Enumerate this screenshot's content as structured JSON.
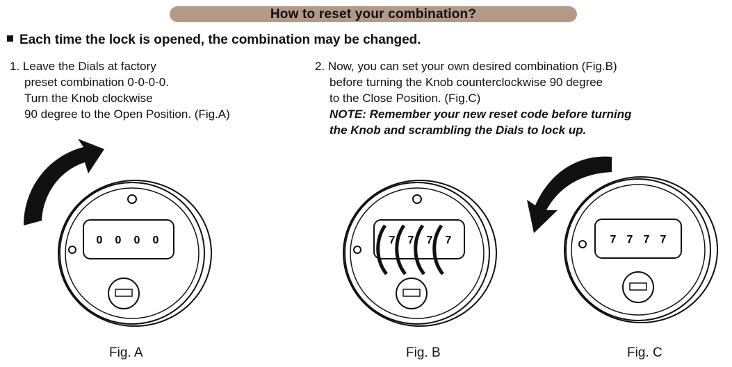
{
  "title": "How to reset your combination?",
  "subheading": "Each time the lock is opened, the combination may be changed.",
  "step1": {
    "number": "1.",
    "lines": [
      "Leave the Dials at factory",
      "preset combination 0-0-0-0.",
      "Turn the Knob clockwise",
      "90 degree to the Open Position. (Fig.A)"
    ]
  },
  "step2": {
    "number": "2.",
    "lines": [
      "Now, you can set your own desired combination (Fig.B)",
      "before turning the Knob counterclockwise 90 degree",
      "to the Close Position. (Fig.C)"
    ],
    "note_lines": [
      "NOTE: Remember your new reset code before turning",
      "the Knob and scrambling the Dials to lock up."
    ]
  },
  "figures": [
    {
      "label": "Fig. A",
      "dials": [
        "0",
        "0",
        "0",
        "0"
      ]
    },
    {
      "label": "Fig. B",
      "dials": [
        "7",
        "7",
        "7",
        "7"
      ]
    },
    {
      "label": "Fig. C",
      "dials": [
        "7",
        "7",
        "7",
        "7"
      ]
    }
  ],
  "colors": {
    "title_bar": "#b49a86",
    "ink": "#111111"
  }
}
